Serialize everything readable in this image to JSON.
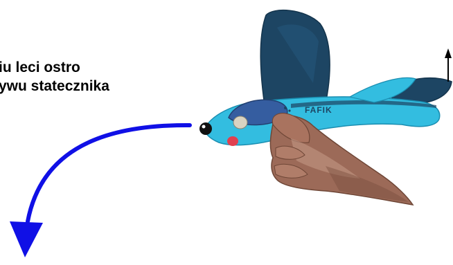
{
  "caption": {
    "line1": "iu leci ostro",
    "line2": "ywu statecznika"
  },
  "plane": {
    "name_label": "FAFIK"
  },
  "colors": {
    "arrow_blue": "#1010e6",
    "plane_light_blue": "#33bde0",
    "plane_dark_blue": "#1d4563",
    "cockpit_blue": "#355da0",
    "hand_brown": "#9c6a58",
    "hand_light": "#c79b88",
    "nose_black": "#111111",
    "cheek_red": "#e04050"
  },
  "icons": {
    "direction_arrow": "curved-down-arrow",
    "elevator_arrow": "up-arrow"
  }
}
